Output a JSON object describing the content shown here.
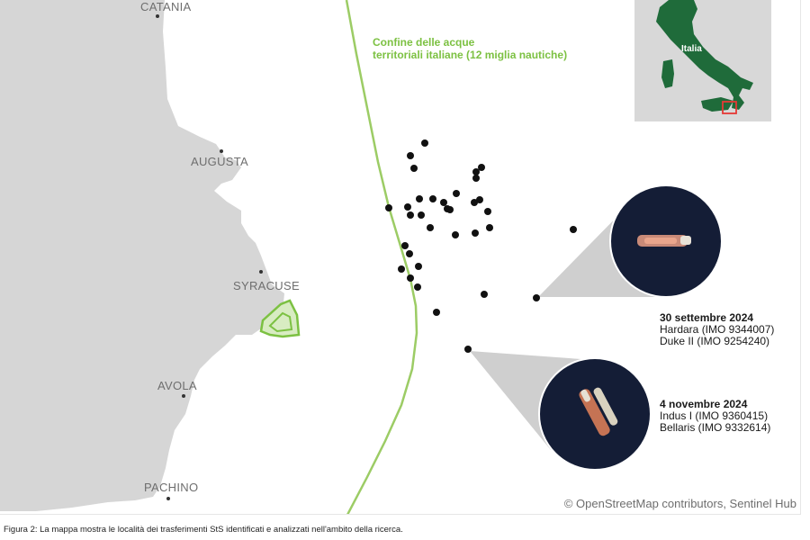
{
  "map": {
    "cities": [
      {
        "name": "CATANIA"
      },
      {
        "name": "AUGUSTA"
      },
      {
        "name": "SYRACUSE"
      },
      {
        "name": "AVOLA"
      },
      {
        "name": "PACHINO"
      }
    ],
    "boundary_label": {
      "line1": "Confine delle acque",
      "line2": "territoriali italiane (12 miglia nautiche)"
    },
    "inset": {
      "label": "Italia"
    },
    "events": [
      {
        "date": "30 settembre 2024",
        "vessel1": "Hardara (IMO 9344007)",
        "vessel2": "Duke II (IMO 9254240)"
      },
      {
        "date": "4 novembre 2024",
        "vessel1": "Indus I (IMO 9360415)",
        "vessel2": "Bellaris (IMO 9332614)"
      }
    ],
    "attribution": "© OpenStreetMap contributors, Sentinel Hub",
    "colors": {
      "land": "#d6d6d6",
      "boundary": "#9ccc65",
      "highlight": "#7cc142",
      "italy": "#1f6b3a",
      "dot": "#111111",
      "sea": "#ffffff"
    }
  },
  "caption": "Figura 2: La mappa mostra le località dei trasferimenti StS identificati e analizzati nell'ambito della ricerca."
}
